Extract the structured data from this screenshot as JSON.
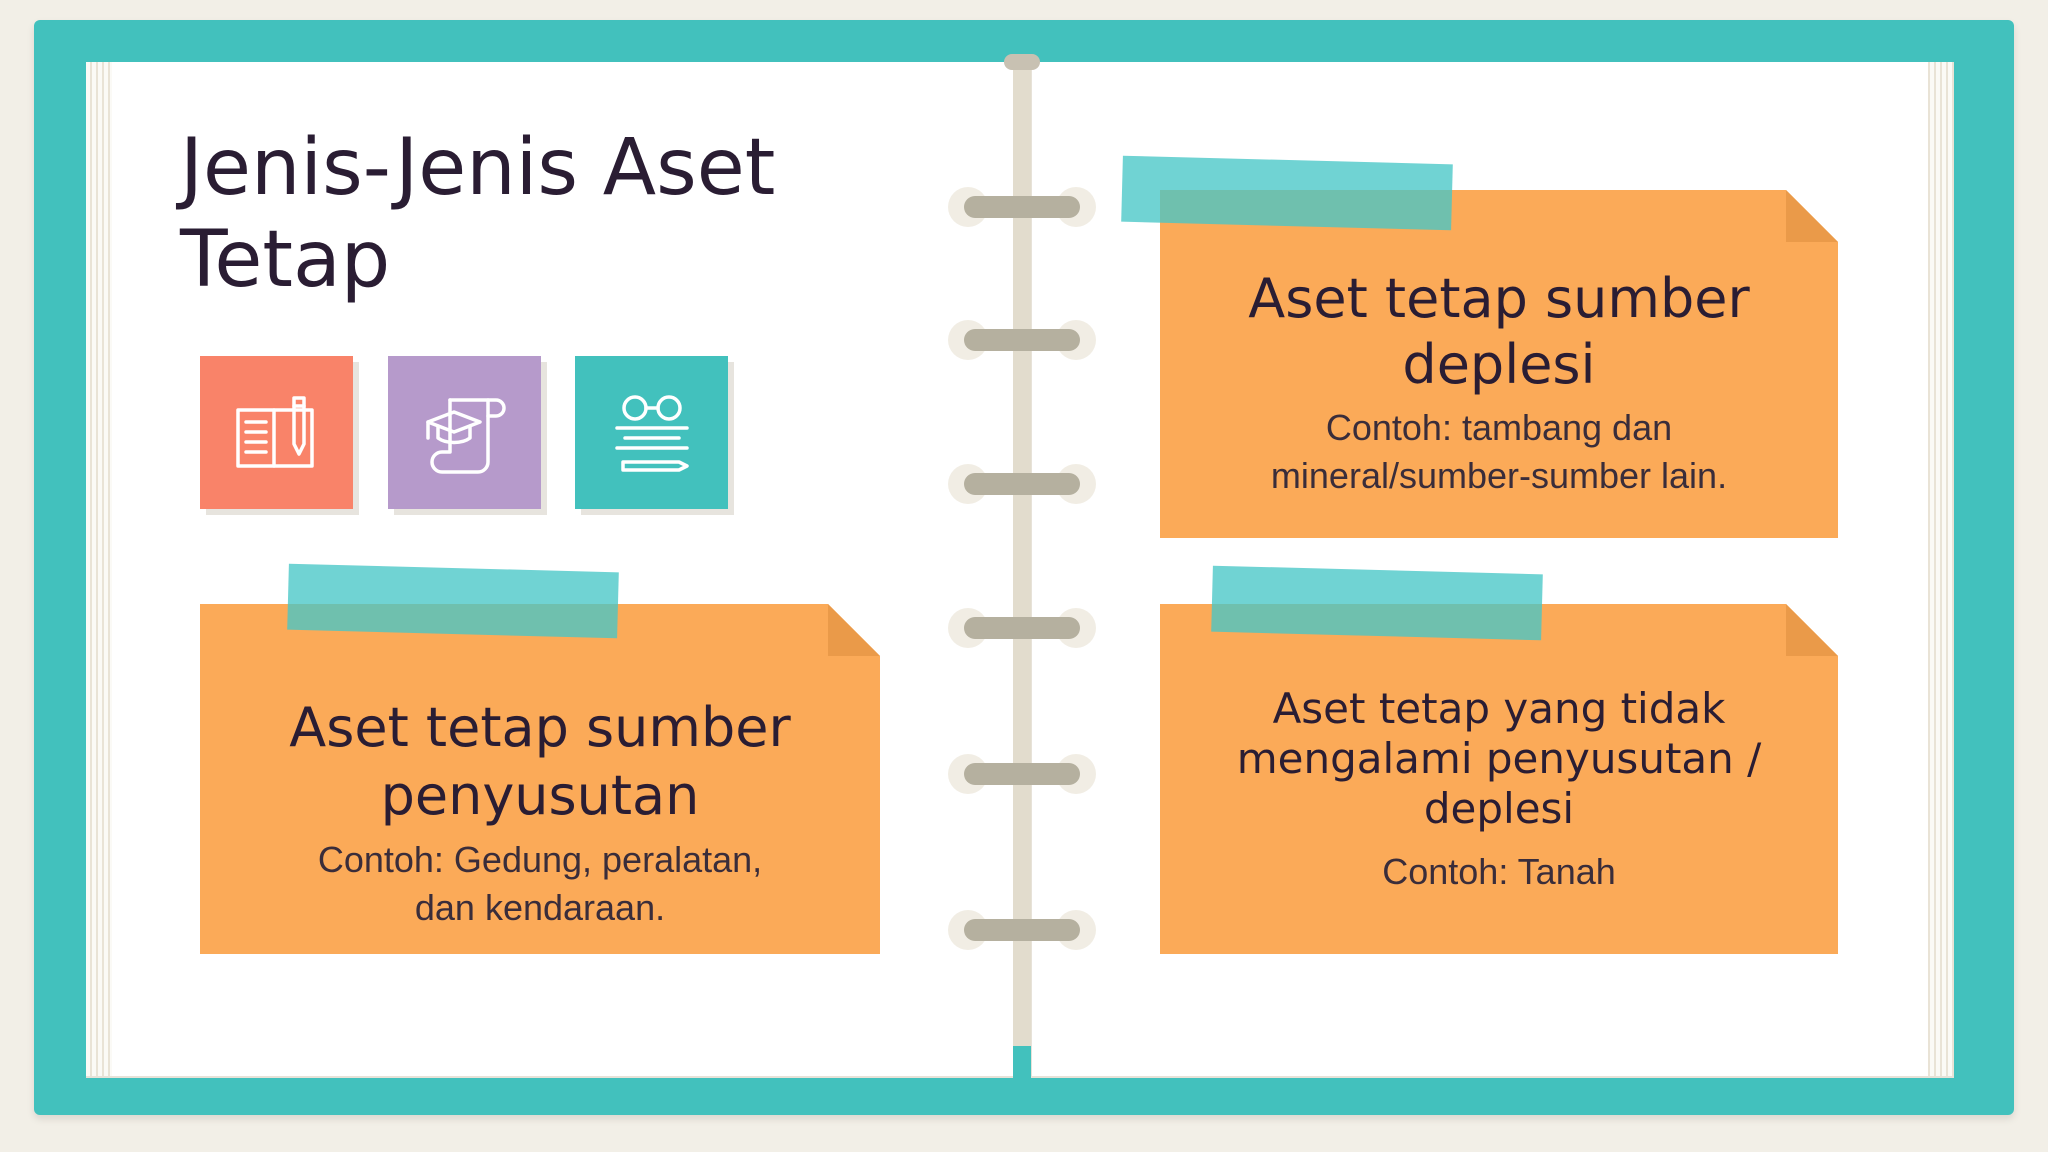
{
  "slide": {
    "title": "Jenis-Jenis Aset Tetap",
    "colors": {
      "cover": "#42c1bd",
      "note": "#fbaa58",
      "tape": "#48c7c6",
      "text": "#2a1d33"
    }
  },
  "icons": [
    {
      "name": "reading-book-pencil-icon",
      "color": "#f98369"
    },
    {
      "name": "graduation-scroll-icon",
      "color": "#b69acb"
    },
    {
      "name": "glasses-book-pencil-icon",
      "color": "#42c1bd"
    }
  ],
  "notes": {
    "depreciation": {
      "heading_line1": "Aset tetap sumber",
      "heading_line2": "penyusutan",
      "example_line1": "Contoh: Gedung, peralatan,",
      "example_line2": "dan kendaraan."
    },
    "depletion": {
      "heading_line1": "Aset tetap sumber",
      "heading_line2": "deplesi",
      "example_line1": "Contoh: tambang dan",
      "example_line2": "mineral/sumber-sumber lain."
    },
    "none": {
      "heading_line1": "Aset tetap yang tidak",
      "heading_line2": "mengalami penyusutan /",
      "heading_line3": "deplesi",
      "example_line1": "Contoh: Tanah"
    }
  }
}
